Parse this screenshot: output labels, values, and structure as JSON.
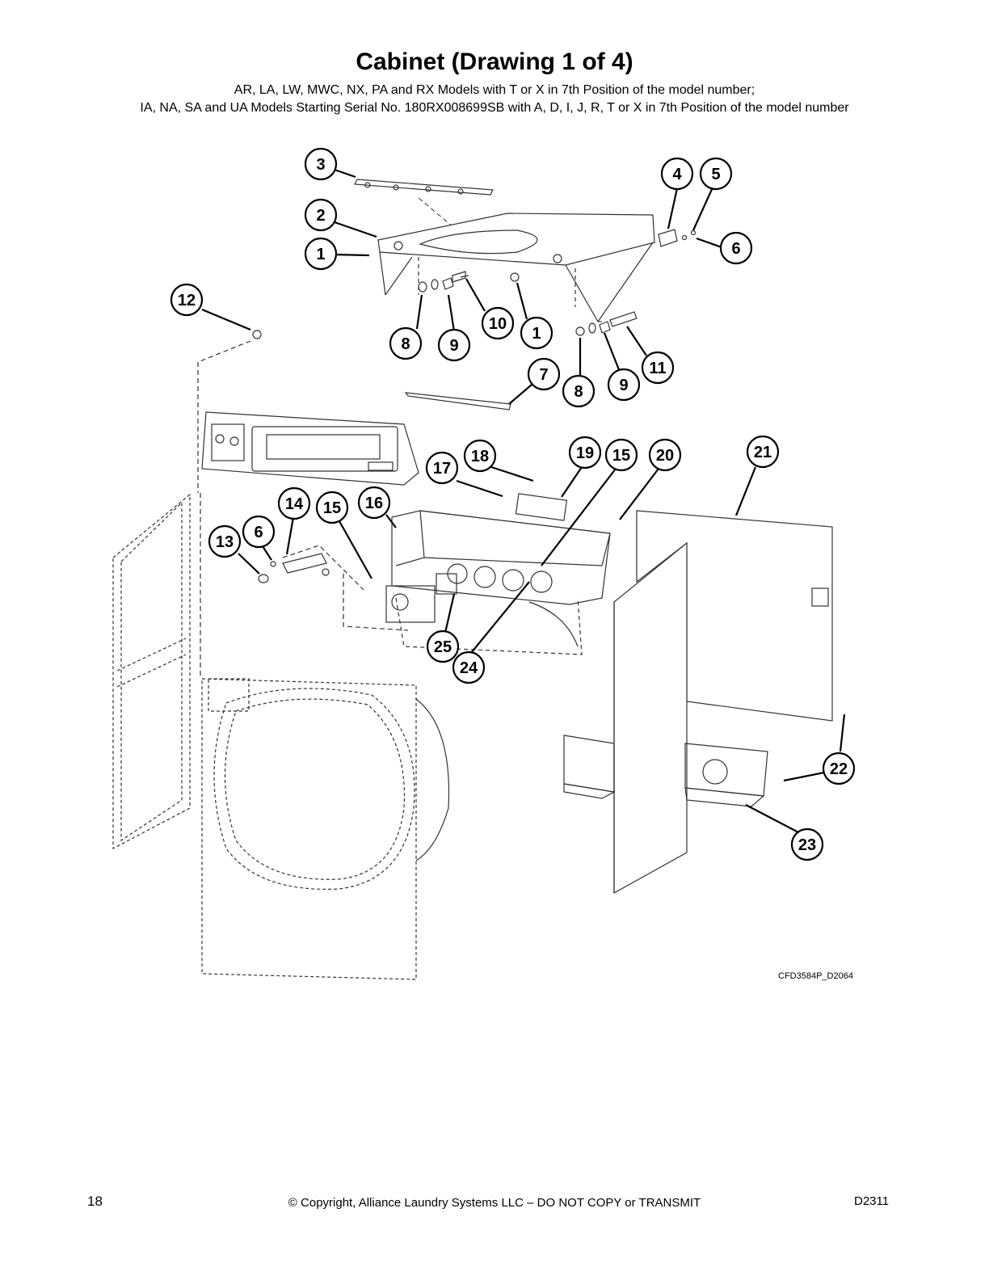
{
  "header": {
    "title": "Cabinet (Drawing 1 of 4)",
    "subtitle_line1": "AR, LA, LW, MWC, NX, PA and RX Models with T or X in 7th Position of the model number;",
    "subtitle_line2": "IA, NA, SA and UA Models Starting Serial No. 180RX008699SB with A, D, I, J, R, T or X in 7th Position of the model number"
  },
  "diagram": {
    "drawing_code": "CFD3584P_D2064",
    "callouts": [
      "3",
      "2",
      "1",
      "4",
      "5",
      "6",
      "12",
      "8",
      "9",
      "10",
      "1",
      "8",
      "9",
      "11",
      "7",
      "18",
      "17",
      "19",
      "15",
      "20",
      "21",
      "14",
      "15",
      "16",
      "13",
      "6",
      "25",
      "24",
      "22",
      "23"
    ]
  },
  "footer": {
    "page_number": "18",
    "copyright": "© Copyright, Alliance Laundry Systems LLC – DO NOT COPY or TRANSMIT",
    "doc_id": "D2311"
  }
}
